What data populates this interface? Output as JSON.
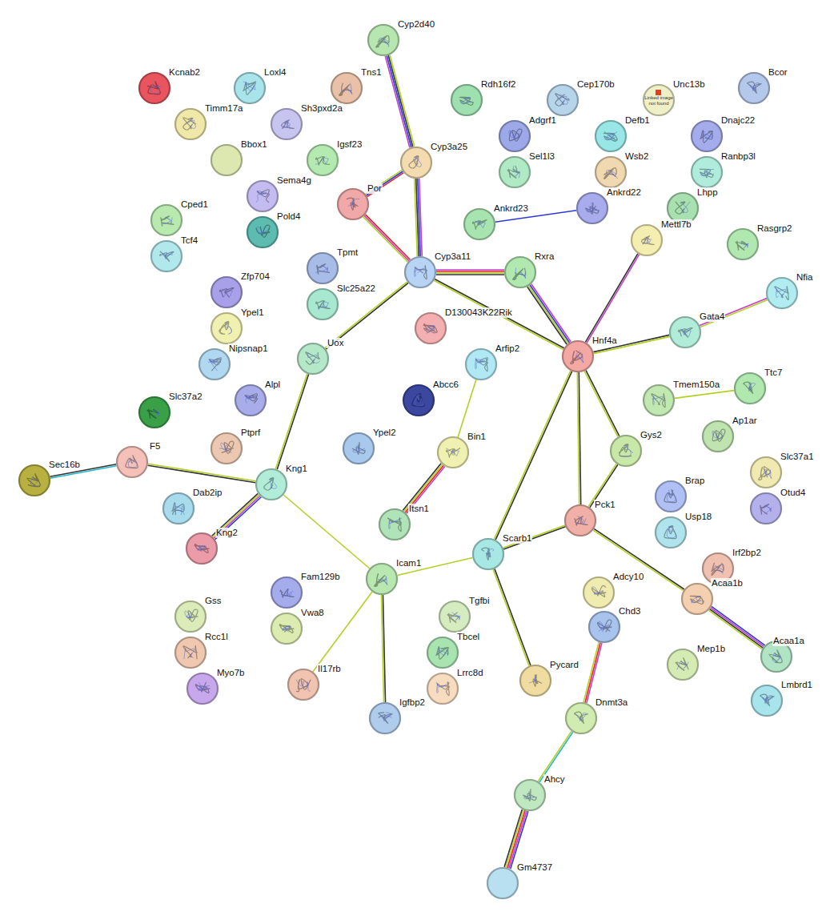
{
  "diagram": {
    "nodes": [
      {
        "text": [
          "Cyp2d40"
        ]
      },
      {
        "text": [
          "Kcnab2"
        ]
      },
      {
        "text": [
          "Loxl4"
        ]
      },
      {
        "text": [
          "Tns1"
        ]
      },
      {
        "text": [
          "Rdh16f2"
        ]
      },
      {
        "text": [
          "Cep170b"
        ]
      },
      {
        "text": [
          "Unc13b",
          "Linked image not found"
        ]
      },
      {
        "text": [
          "Bcor"
        ]
      },
      {
        "text": [
          "Timm17a"
        ]
      },
      {
        "text": [
          "Sh3pxd2a"
        ]
      },
      {
        "text": [
          "Adgrf1"
        ]
      },
      {
        "text": [
          "Defb1"
        ]
      },
      {
        "text": [
          "Dnajc22"
        ]
      },
      {
        "text": [
          "Bbox1"
        ]
      },
      {
        "text": [
          "Igsf23"
        ]
      },
      {
        "text": [
          "Cyp3a25"
        ]
      },
      {
        "text": [
          "Sel1l3"
        ]
      },
      {
        "text": [
          "Wsb2"
        ]
      },
      {
        "text": [
          "Ranbp3l"
        ]
      },
      {
        "text": [
          "Sema4g"
        ]
      },
      {
        "text": [
          "Por"
        ]
      },
      {
        "text": [
          "Ankrd22"
        ]
      },
      {
        "text": [
          "Lhpp"
        ]
      },
      {
        "text": [
          "Cped1"
        ]
      },
      {
        "text": [
          "Ankrd23"
        ]
      },
      {
        "text": [
          "Pold4"
        ]
      },
      {
        "text": [
          "Mettl7b"
        ]
      },
      {
        "text": [
          "Rasgrp2"
        ]
      },
      {
        "text": [
          "Tcf4"
        ]
      },
      {
        "text": [
          "Tpmt"
        ]
      },
      {
        "text": [
          "Cyp3a11"
        ]
      },
      {
        "text": [
          "Rxra"
        ]
      },
      {
        "text": [
          "Zfp704"
        ]
      },
      {
        "text": [
          "Nfia"
        ]
      },
      {
        "text": [
          "Slc25a22"
        ]
      },
      {
        "text": [
          "Ypel1"
        ]
      },
      {
        "text": [
          "D130043K22Rik"
        ]
      },
      {
        "text": [
          "Gata4"
        ]
      },
      {
        "text": [
          "Hnf4a"
        ]
      },
      {
        "text": [
          "Uox"
        ]
      },
      {
        "text": [
          "Nipsnap1"
        ]
      },
      {
        "text": [
          "Arfip2"
        ]
      },
      {
        "text": [
          "Alpl"
        ]
      },
      {
        "text": [
          "Abcc6"
        ]
      },
      {
        "text": [
          "Ttc7"
        ]
      },
      {
        "text": [
          "Tmem150a"
        ]
      },
      {
        "text": [
          "Slc37a2"
        ]
      },
      {
        "text": [
          "Ap1ar"
        ]
      },
      {
        "text": [
          "Ptprf"
        ]
      },
      {
        "text": [
          "Ypel2"
        ]
      },
      {
        "text": [
          "Bin1"
        ]
      },
      {
        "text": [
          "Gys2"
        ]
      },
      {
        "text": [
          "F5"
        ]
      },
      {
        "text": [
          "Slc37a1"
        ]
      },
      {
        "text": [
          "Sec16b"
        ]
      },
      {
        "text": [
          "Kng1"
        ]
      },
      {
        "text": [
          "Brap"
        ]
      },
      {
        "text": [
          "Dab2ip"
        ]
      },
      {
        "text": [
          "Otud4"
        ]
      },
      {
        "text": [
          "Pck1"
        ]
      },
      {
        "text": [
          "Itsn1"
        ]
      },
      {
        "text": [
          "Usp18"
        ]
      },
      {
        "text": [
          "Kng2"
        ]
      },
      {
        "text": [
          "Scarb1"
        ]
      },
      {
        "text": [
          "Irf2bp2"
        ]
      },
      {
        "text": [
          "Icam1"
        ]
      },
      {
        "text": [
          "Fam129b"
        ]
      },
      {
        "text": [
          "Adcy10"
        ]
      },
      {
        "text": [
          "Acaa1b"
        ]
      },
      {
        "text": [
          "Gss"
        ]
      },
      {
        "text": [
          "Tgfbi"
        ]
      },
      {
        "text": [
          "Chd3"
        ]
      },
      {
        "text": [
          "Vwa8"
        ]
      },
      {
        "text": [
          "Tbcel"
        ]
      },
      {
        "text": [
          "Rcc1l"
        ]
      },
      {
        "text": [
          "Acaa1a"
        ]
      },
      {
        "text": [
          "Mep1b"
        ]
      },
      {
        "text": [
          "Il17rb"
        ]
      },
      {
        "text": [
          "Pycard"
        ]
      },
      {
        "text": [
          "Lrrc8d"
        ]
      },
      {
        "text": [
          "Myo7b"
        ]
      },
      {
        "text": [
          "Lmbrd1"
        ]
      },
      {
        "text": [
          "Dnmt3a"
        ]
      },
      {
        "text": [
          "Igfbp2"
        ]
      },
      {
        "text": [
          "Ahcy"
        ]
      },
      {
        "text": [
          "Gm4737"
        ]
      }
    ],
    "edges": [
      {
        "from": 0,
        "to": 15,
        "arrow": "none"
      },
      {
        "from": 15,
        "to": 20,
        "arrow": "none"
      },
      {
        "from": 15,
        "to": 30,
        "arrow": "none"
      },
      {
        "from": 20,
        "to": 30,
        "arrow": "none"
      },
      {
        "from": 30,
        "to": 31,
        "arrow": "none"
      },
      {
        "from": 30,
        "to": 38,
        "arrow": "none"
      },
      {
        "from": 30,
        "to": 39,
        "arrow": "none"
      },
      {
        "from": 31,
        "to": 38,
        "arrow": "none"
      },
      {
        "from": 24,
        "to": 21,
        "arrow": "none"
      },
      {
        "from": 26,
        "to": 38,
        "arrow": "none"
      },
      {
        "from": 38,
        "to": 37,
        "arrow": "none"
      },
      {
        "from": 37,
        "to": 33,
        "arrow": "none"
      },
      {
        "from": 38,
        "to": 51,
        "arrow": "none"
      },
      {
        "from": 38,
        "to": 59,
        "arrow": "none"
      },
      {
        "from": 38,
        "to": 63,
        "arrow": "none"
      },
      {
        "from": 51,
        "to": 59,
        "arrow": "none"
      },
      {
        "from": 59,
        "to": 63,
        "arrow": "none"
      },
      {
        "from": 59,
        "to": 68,
        "arrow": "none"
      },
      {
        "from": 68,
        "to": 75,
        "arrow": "none"
      },
      {
        "from": 45,
        "to": 44,
        "arrow": "none"
      },
      {
        "from": 39,
        "to": 55,
        "arrow": "none"
      },
      {
        "from": 55,
        "to": 52,
        "arrow": "none"
      },
      {
        "from": 52,
        "to": 54,
        "arrow": "none"
      },
      {
        "from": 55,
        "to": 62,
        "arrow": "none"
      },
      {
        "from": 55,
        "to": 65,
        "arrow": "none"
      },
      {
        "from": 65,
        "to": 63,
        "arrow": "none"
      },
      {
        "from": 65,
        "to": 77,
        "arrow": "none"
      },
      {
        "from": 65,
        "to": 83,
        "arrow": "none"
      },
      {
        "from": 63,
        "to": 78,
        "arrow": "none"
      },
      {
        "from": 41,
        "to": 50,
        "arrow": "none"
      },
      {
        "from": 50,
        "to": 60,
        "arrow": "none"
      },
      {
        "from": 71,
        "to": 82,
        "arrow": "none"
      },
      {
        "from": 82,
        "to": 84,
        "arrow": "none"
      },
      {
        "from": 84,
        "to": 85,
        "arrow": "none"
      }
    ]
  }
}
